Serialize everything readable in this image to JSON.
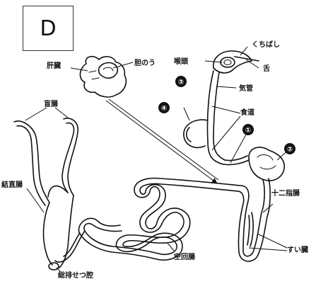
{
  "panel_letter": "D",
  "labels": {
    "liver": "肝臓",
    "gallbladder": "胆のう",
    "larynx": "喉頭",
    "beak": "くちばし",
    "tongue": "舌",
    "trachea": "気管",
    "esophagus": "食道",
    "cecum": "盲腸",
    "colorectum": "結直腸",
    "duodenum": "十二指腸",
    "jejunum": "空回腸",
    "pancreas": "すい臓",
    "cloaca": "総排せつ腔"
  },
  "markers": [
    "①",
    "②",
    "③",
    "④"
  ]
}
